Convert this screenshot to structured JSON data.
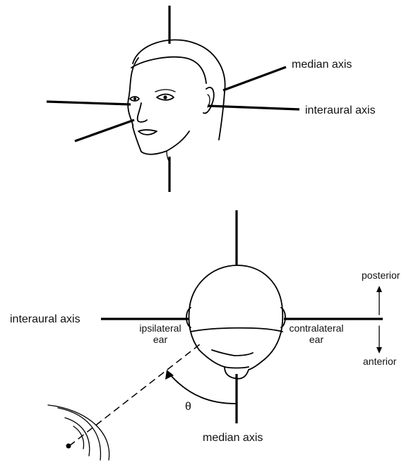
{
  "top_view": {
    "median_axis_label": "median axis",
    "interaural_axis_label": "interaural axis"
  },
  "bottom_view": {
    "interaural_axis_label": "interaural axis",
    "ipsilateral_label_line1": "ipsilateral",
    "ipsilateral_label_line2": "ear",
    "contralateral_label_line1": "contralateral",
    "contralateral_label_line2": "ear",
    "posterior_label": "posterior",
    "anterior_label": "anterior",
    "angle_label": "θ",
    "median_axis_label": "median axis"
  }
}
